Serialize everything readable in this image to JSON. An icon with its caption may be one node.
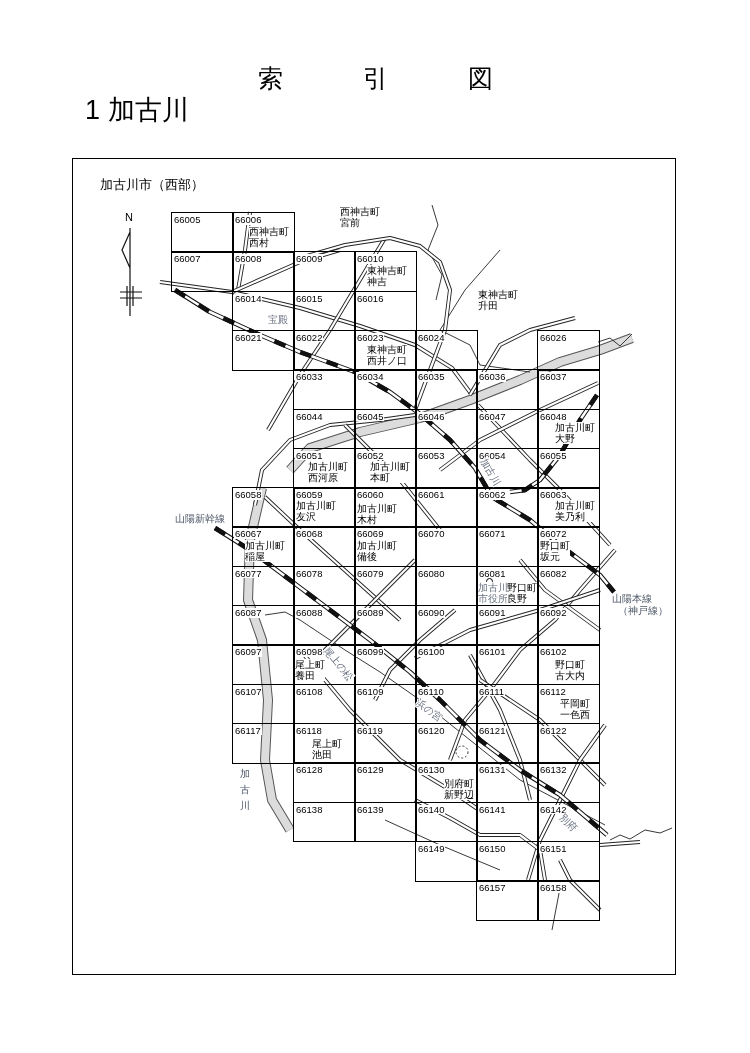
{
  "diagram": {
    "title": "索引図",
    "nodes": [
      {
        "text": [
          "加古川市（西部）"
        ]
      },
      {
        "text": [
          "66005"
        ],
        "in": 0
      },
      {
        "text": [
          "66006"
        ],
        "in": 0
      },
      {
        "text": [
          "66007"
        ],
        "in": 0
      },
      {
        "text": [
          "66008"
        ],
        "in": 0
      },
      {
        "text": [
          "66009"
        ],
        "in": 0
      },
      {
        "text": [
          "66010"
        ],
        "in": 0
      },
      {
        "text": [
          "66014"
        ],
        "in": 0
      },
      {
        "text": [
          "66015"
        ],
        "in": 0
      },
      {
        "text": [
          "66016"
        ],
        "in": 0
      },
      {
        "text": [
          "66021"
        ],
        "in": 0
      },
      {
        "text": [
          "66022"
        ],
        "in": 0
      },
      {
        "text": [
          "66023"
        ],
        "in": 0
      },
      {
        "text": [
          "66024"
        ],
        "in": 0
      },
      {
        "text": [
          "66026"
        ],
        "in": 0
      },
      {
        "text": [
          "66033"
        ],
        "in": 0
      },
      {
        "text": [
          "66034"
        ],
        "in": 0
      },
      {
        "text": [
          "66035"
        ],
        "in": 0
      },
      {
        "text": [
          "66036"
        ],
        "in": 0
      },
      {
        "text": [
          "66037"
        ],
        "in": 0
      },
      {
        "text": [
          "66044"
        ],
        "in": 0
      },
      {
        "text": [
          "66045"
        ],
        "in": 0
      },
      {
        "text": [
          "66046"
        ],
        "in": 0
      },
      {
        "text": [
          "66047"
        ],
        "in": 0
      },
      {
        "text": [
          "66048"
        ],
        "in": 0
      },
      {
        "text": [
          "66051"
        ],
        "in": 0
      },
      {
        "text": [
          "66052"
        ],
        "in": 0
      },
      {
        "text": [
          "66053"
        ],
        "in": 0
      },
      {
        "text": [
          "66054"
        ],
        "in": 0
      },
      {
        "text": [
          "66055"
        ],
        "in": 0
      },
      {
        "text": [
          "66058"
        ],
        "in": 0
      },
      {
        "text": [
          "66059"
        ],
        "in": 0
      },
      {
        "text": [
          "66060"
        ],
        "in": 0
      },
      {
        "text": [
          "66061"
        ],
        "in": 0
      },
      {
        "text": [
          "66062"
        ],
        "in": 0
      },
      {
        "text": [
          "66063"
        ],
        "in": 0
      },
      {
        "text": [
          "66067"
        ],
        "in": 0
      },
      {
        "text": [
          "66068"
        ],
        "in": 0
      },
      {
        "text": [
          "66069"
        ],
        "in": 0
      },
      {
        "text": [
          "66070"
        ],
        "in": 0
      },
      {
        "text": [
          "66071"
        ],
        "in": 0
      },
      {
        "text": [
          "66072"
        ],
        "in": 0
      },
      {
        "text": [
          "66077"
        ],
        "in": 0
      },
      {
        "text": [
          "66078"
        ],
        "in": 0
      },
      {
        "text": [
          "66079"
        ],
        "in": 0
      },
      {
        "text": [
          "66080"
        ],
        "in": 0
      },
      {
        "text": [
          "66081"
        ],
        "in": 0
      },
      {
        "text": [
          "66082"
        ],
        "in": 0
      },
      {
        "text": [
          "66087"
        ],
        "in": 0
      },
      {
        "text": [
          "66088"
        ],
        "in": 0
      },
      {
        "text": [
          "66089"
        ],
        "in": 0
      },
      {
        "text": [
          "66090"
        ],
        "in": 0
      },
      {
        "text": [
          "66091"
        ],
        "in": 0
      },
      {
        "text": [
          "66092"
        ],
        "in": 0
      },
      {
        "text": [
          "66097"
        ],
        "in": 0
      },
      {
        "text": [
          "66098"
        ],
        "in": 0
      },
      {
        "text": [
          "66099"
        ],
        "in": 0
      },
      {
        "text": [
          "66100"
        ],
        "in": 0
      },
      {
        "text": [
          "66101"
        ],
        "in": 0
      },
      {
        "text": [
          "66102"
        ],
        "in": 0
      },
      {
        "text": [
          "66107"
        ],
        "in": 0
      },
      {
        "text": [
          "66108"
        ],
        "in": 0
      },
      {
        "text": [
          "66109"
        ],
        "in": 0
      },
      {
        "text": [
          "66110"
        ],
        "in": 0
      },
      {
        "text": [
          "66111"
        ],
        "in": 0
      },
      {
        "text": [
          "66112"
        ],
        "in": 0
      },
      {
        "text": [
          "66117"
        ],
        "in": 0
      },
      {
        "text": [
          "66118"
        ],
        "in": 0
      },
      {
        "text": [
          "66119"
        ],
        "in": 0
      },
      {
        "text": [
          "66120"
        ],
        "in": 0
      },
      {
        "text": [
          "66121"
        ],
        "in": 0
      },
      {
        "text": [
          "66122"
        ],
        "in": 0
      },
      {
        "text": [
          "66128"
        ],
        "in": 0
      },
      {
        "text": [
          "66129"
        ],
        "in": 0
      },
      {
        "text": [
          "66130"
        ],
        "in": 0
      },
      {
        "text": [
          "66131"
        ],
        "in": 0
      },
      {
        "text": [
          "66132"
        ],
        "in": 0
      },
      {
        "text": [
          "66138"
        ],
        "in": 0
      },
      {
        "text": [
          "66139"
        ],
        "in": 0
      },
      {
        "text": [
          "66140"
        ],
        "in": 0
      },
      {
        "text": [
          "66141"
        ],
        "in": 0
      },
      {
        "text": [
          "66142"
        ],
        "in": 0
      },
      {
        "text": [
          "66149"
        ],
        "in": 0
      },
      {
        "text": [
          "66150"
        ],
        "in": 0
      },
      {
        "text": [
          "66151"
        ],
        "in": 0
      },
      {
        "text": [
          "66157"
        ],
        "in": 0
      },
      {
        "text": [
          "66158"
        ],
        "in": 0
      }
    ],
    "labels": [
      "1 加古川",
      "N",
      "西神吉町宮前",
      "西神吉町西村",
      "東神吉町神吉",
      "東神吉町升田",
      "宝殿",
      "東神吉町西井ノ口",
      "加古川町大野",
      "加古川町本町",
      "加古川",
      "加古川町西河原",
      "加古川町美乃利",
      "加古川町友沢",
      "加古川町木村",
      "山陽新幹線",
      "加古川町稲屋",
      "加古川町備後",
      "野口町坂元",
      "加古川市役所",
      "野口町良野",
      "山陽本線",
      "（神戸線）",
      "尾上の松",
      "尾上町養田",
      "野口町古大内",
      "平岡町一色西",
      "浜の宮",
      "尾上町池田",
      "加古川",
      "別府町新野辺",
      "別府"
    ]
  }
}
